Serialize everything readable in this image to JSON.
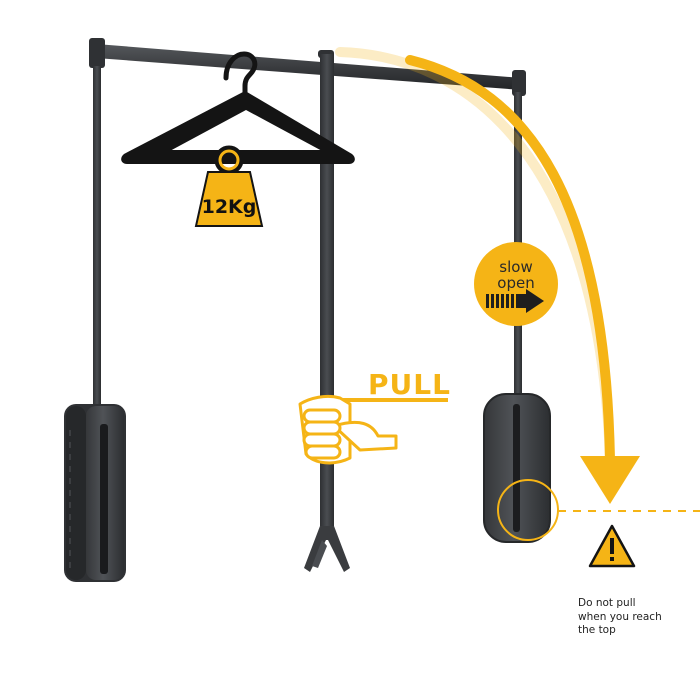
{
  "weight": {
    "label": "12Kg"
  },
  "slow_open": {
    "line1": "slow",
    "line2": "open"
  },
  "pull": {
    "label": "PULL"
  },
  "warning": {
    "line1": "Do not pull",
    "line2": "when you reach",
    "line3": "the top"
  },
  "colors": {
    "accent": "#f5b416",
    "frame": "#3b3d40",
    "frame_dark": "#26282a",
    "hanger": "#141414"
  }
}
